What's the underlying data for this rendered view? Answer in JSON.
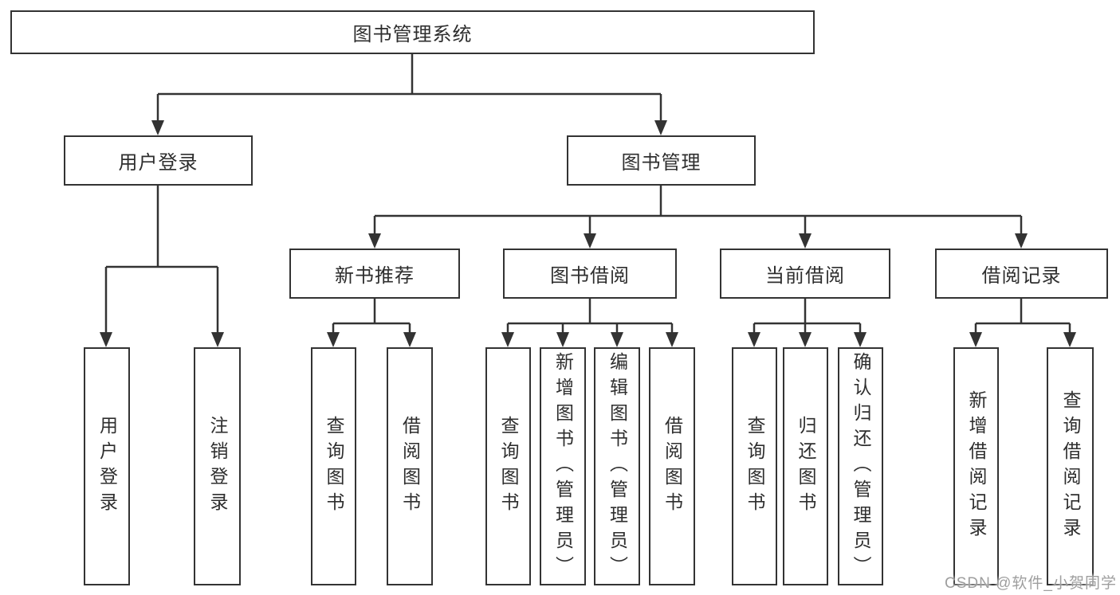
{
  "diagram": {
    "title": "图书管理系统",
    "level2": {
      "user_login": "用户登录",
      "book_mgmt": "图书管理"
    },
    "level3": {
      "new_books": "新书推荐",
      "borrowing": "图书借阅",
      "current": "当前借阅",
      "records": "借阅记录"
    },
    "leaves": {
      "user_login": [
        "用户登录",
        "注销登录"
      ],
      "new_books": [
        "查询图书",
        "借阅图书"
      ],
      "borrowing": [
        "查询图书",
        "新增图书（管理员）",
        "编辑图书（管理员）",
        "借阅图书"
      ],
      "current": [
        "查询图书",
        "归还图书",
        "确认归还（管理员）"
      ],
      "records": [
        "新增借阅记录",
        "查询借阅记录"
      ]
    }
  },
  "watermark": "CSDN @软件_小贺同学",
  "colors": {
    "line": "#333333",
    "box_border": "#333333",
    "box_fill": "#ffffff",
    "text": "#2e2e2e",
    "watermark": "#9e9e9e",
    "background": "#ffffff"
  }
}
